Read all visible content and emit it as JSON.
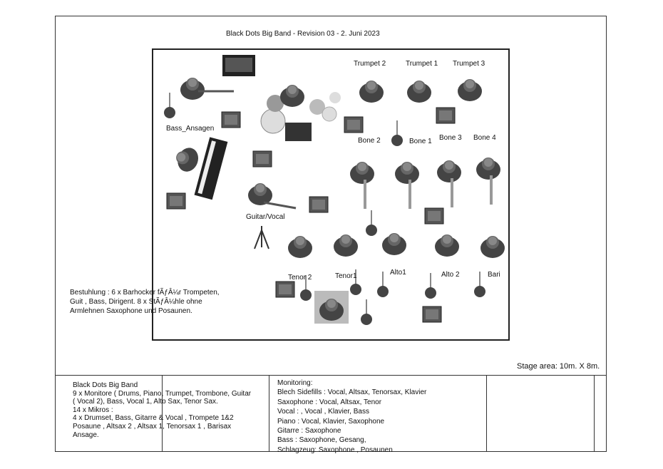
{
  "title": "Black Dots Big Band - Revision 03 - 2. Juni 2023",
  "labels": {
    "trumpet2": "Trumpet 2",
    "trumpet1": "Trumpet 1",
    "trumpet3": "Trumpet 3",
    "bass": "Bass_Ansagen",
    "bone2": "Bone 2",
    "bone1": "Bone 1",
    "bone3": "Bone 3",
    "bone4": "Bone 4",
    "guitar": "Guitar/Vocal",
    "tenor2": "Tenor 2",
    "tenor1": "Tenor1",
    "alto1": "Alto1",
    "alto2": "Alto 2",
    "bari": "Bari"
  },
  "seating_note": "Bestuhlung : 6 x Barhocker fÃƒÂ¼r  Trompeten, Guit , Bass, Dirigent. 8 x StÃƒÂ¼hle ohne Armlehnen Saxophone und Posaunen.",
  "stage_area": "Stage area: 10m. X 8m.",
  "info_band": {
    "name": "Black Dots Big Band",
    "monitors": "9 x Monitore ( Drums, Piano, Trumpet, Trombone, Guitar ( Vocal 2), Bass, Vocal 1, Alto Sax, Tenor Sax.",
    "mics_header": "14 x Mikros :",
    "mics": "4 x Drumset, Bass, Gitarre & Vocal , Trompete 1&2 Posaune , Altsax 2 , Altsax 1, Tenorsax 1 , Barisax Ansage."
  },
  "monitoring": {
    "header": "Monitoring:",
    "lines": [
      "Blech Sidefills :  Vocal, Altsax, Tenorsax,  Klavier",
      "Saxophone : Vocal, Altsax, Tenor",
      "Vocal :  , Vocal , Klavier, Bass",
      "Piano : Vocal, Klavier, Saxophone",
      "Gitarre : Saxophone",
      "Bass : Saxophone, Gesang,",
      "Schlagzeug: Saxophone , Posaunen"
    ]
  }
}
